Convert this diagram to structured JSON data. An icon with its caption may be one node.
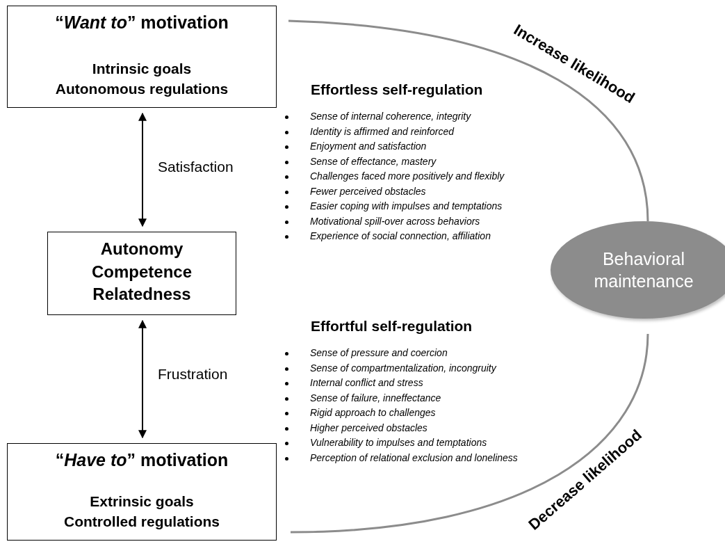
{
  "diagram": {
    "nodes": [
      {
        "text": [
          "“*Want to*” motivation",
          "Intrinsic goals Autonomous regulations"
        ]
      },
      {
        "text": [
          "Autonomy Competence Relatedness"
        ]
      },
      {
        "text": [
          "“*Have to*” motivation",
          "Extrinsic goals Controlled regulations"
        ]
      },
      {
        "text": [
          "Behavioral maintenance"
        ]
      }
    ],
    "edges": [
      {
        "from": 0,
        "to": 1,
        "arrow": "both",
        "label": "Satisfaction"
      },
      {
        "from": 1,
        "to": 2,
        "arrow": "both",
        "label": "Frustration"
      },
      {
        "from": 0,
        "to": 3,
        "arrow": "none",
        "label": "Increase likelihood",
        "color": "#8c8c8c"
      },
      {
        "from": 2,
        "to": 3,
        "arrow": "none",
        "label": "Decrease likelihood",
        "color": "#8c8c8c"
      }
    ],
    "labels": [
      "Effortless self-regulation",
      "Sense of internal coherence, integrity",
      "Identity is affirmed and reinforced",
      "Enjoyment and satisfaction",
      "Sense of effectance, mastery",
      "Challenges faced more positively and flexibly",
      "Fewer perceived obstacles",
      "Easier coping with impulses and temptations",
      "Motivational spill-over across behaviors",
      "Experience of social connection, affiliation",
      "Effortful self-regulation",
      "Sense of pressure and coercion",
      "Sense of compartmentalization, incongruity",
      "Internal conflict and stress",
      "Sense of failure, inneffectance",
      "Rigid approach to challenges",
      "Higher perceived obstacles",
      "Vulnerability to impulses and temptations",
      "Perception of relational exclusion and loneliness"
    ]
  }
}
